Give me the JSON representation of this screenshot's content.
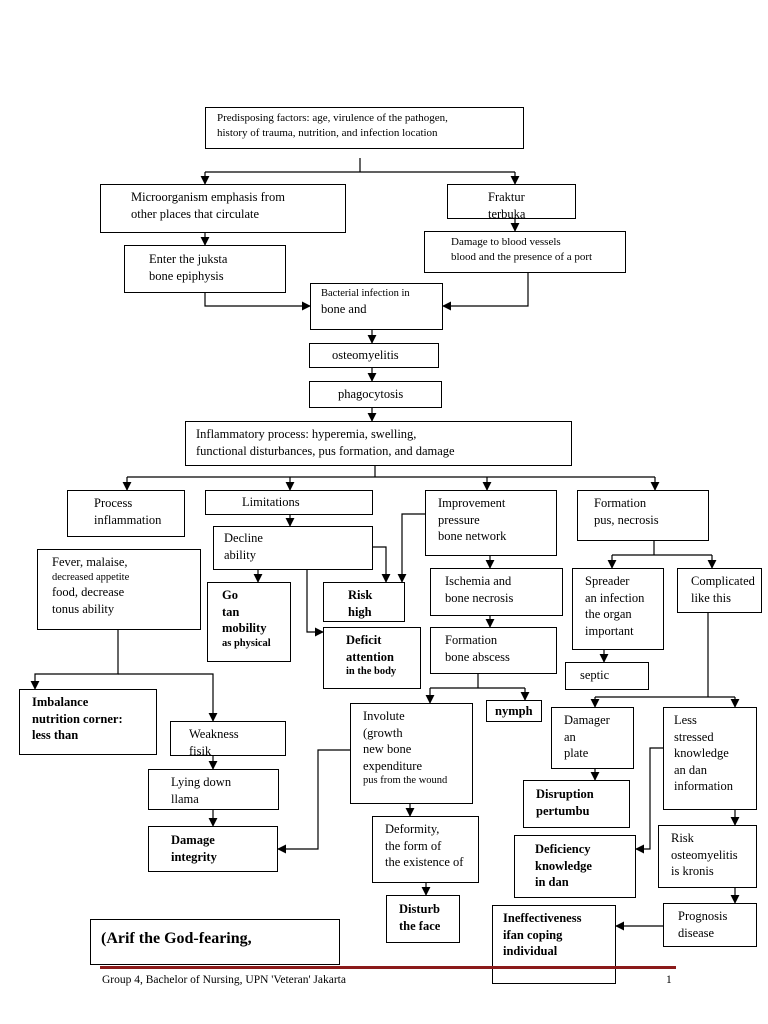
{
  "diagram": {
    "predisposing": {
      "lines": [
        "Predisposing factors: age, virulence of the pathogen,",
        "history of trauma, nutrition, and infection location"
      ]
    },
    "microorganism": {
      "lines": [
        "Microorganism emphasis from",
        "other places that circulate"
      ]
    },
    "fraktur": {
      "lines": [
        "Fraktur",
        "terbuka"
      ]
    },
    "enter_juksta": {
      "lines": [
        "Enter the juksta",
        "bone epiphysis"
      ]
    },
    "damage_vessels": {
      "lines": [
        "Damage to blood vessels",
        "blood and the presence of a port"
      ]
    },
    "bacterial": {
      "lines": [
        "Bacterial infection in",
        "bone and"
      ]
    },
    "osteomyelitis": {
      "lines": [
        "osteomyelitis"
      ]
    },
    "phagocytosis": {
      "lines": [
        "phagocytosis"
      ]
    },
    "inflammatory": {
      "lines": [
        "Inflammatory process: hyperemia, swelling,",
        "functional disturbances, pus formation, and damage"
      ]
    },
    "process_inflammation": {
      "lines": [
        "Process",
        "inflammation"
      ]
    },
    "limitations": {
      "lines": [
        "Limitations"
      ]
    },
    "improvement": {
      "lines": [
        "Improvement",
        "pressure",
        "bone network"
      ]
    },
    "formation_pus": {
      "lines": [
        "Formation",
        "pus, necrosis"
      ]
    },
    "fever": {
      "lines": [
        "Fever, malaise,",
        "decreased appetite",
        "food, decrease",
        "tonus ability"
      ]
    },
    "decline": {
      "lines": [
        "Decline",
        "ability"
      ]
    },
    "go_tan": {
      "lines": [
        "Go",
        "tan",
        "mobility",
        "as physical"
      ]
    },
    "risk_high": {
      "lines": [
        "Risk",
        "high"
      ]
    },
    "ischemia": {
      "lines": [
        "Ischemia and",
        "bone necrosis"
      ]
    },
    "spreader": {
      "lines": [
        "Spreader",
        "an infection",
        "the organ",
        "important"
      ]
    },
    "complicated": {
      "lines": [
        "Complicated",
        "like this"
      ]
    },
    "deficit": {
      "lines": [
        "Deficit",
        "attention",
        "in the body"
      ]
    },
    "abscess": {
      "lines": [
        "Formation",
        "bone abscess"
      ]
    },
    "septic": {
      "lines": [
        "septic"
      ]
    },
    "imbalance": {
      "lines": [
        "Imbalance",
        "nutrition corner:",
        "less than"
      ]
    },
    "weakness": {
      "lines": [
        "Weakness",
        "fisik"
      ]
    },
    "nymph": {
      "lines": [
        "nymph"
      ]
    },
    "involute": {
      "lines": [
        "Involute",
        "(growth",
        "new bone",
        "expenditure",
        "pus from the wound"
      ]
    },
    "damager": {
      "lines": [
        "Damager",
        "an",
        "plate"
      ]
    },
    "less_stressed": {
      "lines": [
        "Less",
        "stressed",
        "knowledge",
        "an dan",
        "information"
      ]
    },
    "lying": {
      "lines": [
        "Lying down",
        "llama"
      ]
    },
    "disruption": {
      "lines": [
        "Disruption",
        "pertumbu"
      ]
    },
    "damage_integrity": {
      "lines": [
        "Damage",
        "integrity"
      ]
    },
    "deformity": {
      "lines": [
        "Deformity,",
        "the form of",
        "the existence of"
      ]
    },
    "deficiency": {
      "lines": [
        "Deficiency",
        "knowledge",
        "in dan"
      ]
    },
    "risk_osteo": {
      "lines": [
        "Risk",
        "osteomyelitis",
        "is kronis"
      ]
    },
    "disturb": {
      "lines": [
        "Disturb",
        "the face"
      ]
    },
    "author": {
      "lines": [
        "(Arif the God-fearing,"
      ]
    },
    "ineffectiveness": {
      "lines": [
        "Ineffectiveness",
        "ifan coping",
        "individual"
      ]
    },
    "prognosis": {
      "lines": [
        "Prognosis",
        "disease"
      ]
    }
  },
  "footer": {
    "text": "Group 4, Bachelor of Nursing, UPN 'Veteran' Jakarta",
    "page_number": "1",
    "rule_color": "#8b1a1a"
  }
}
